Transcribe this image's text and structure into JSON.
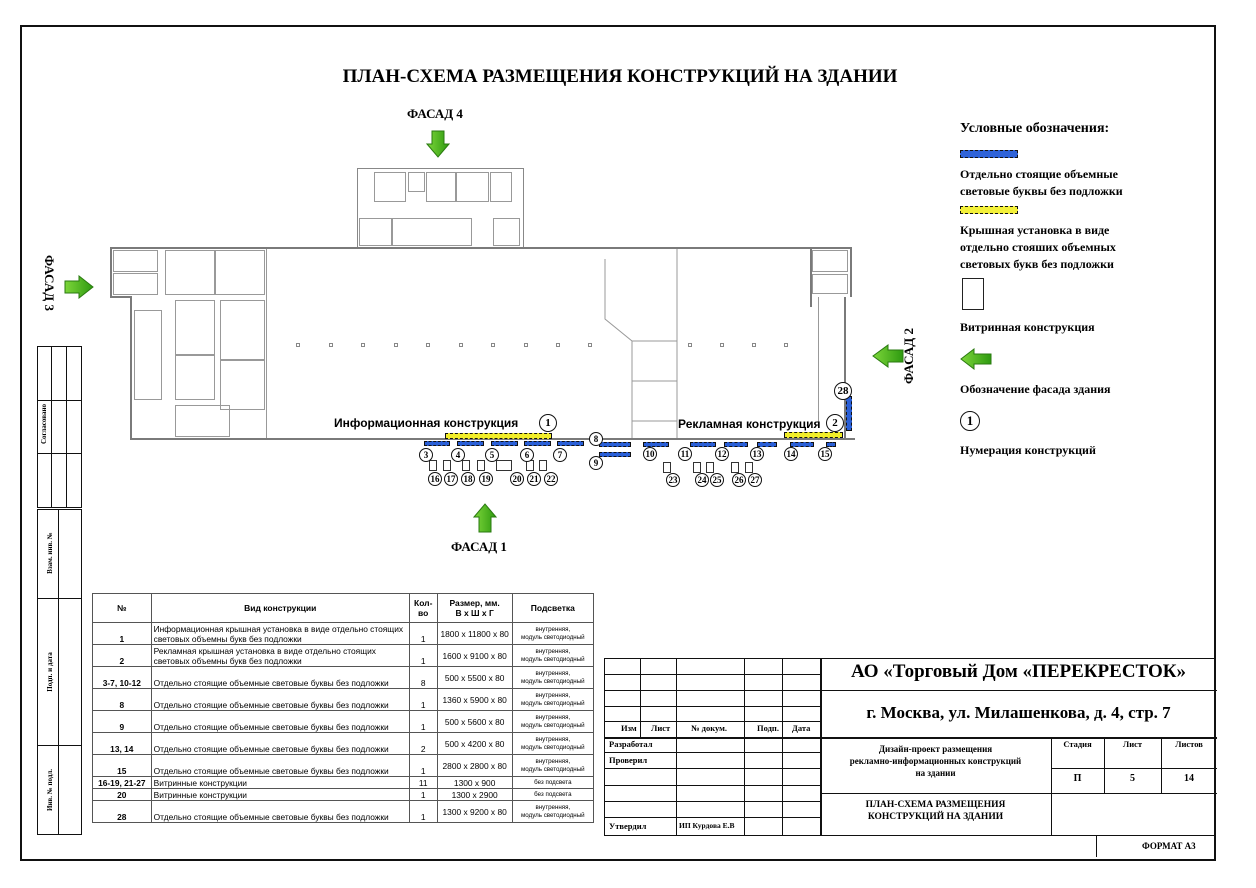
{
  "sheet": {
    "title": "ПЛАН-СХЕМА РАЗМЕЩЕНИЯ КОНСТРУКЦИЙ НА ЗДАНИИ",
    "format": "ФОРМАТ А3"
  },
  "facades": {
    "f1": "ФАСАД 1",
    "f2": "ФАСАД 2",
    "f3": "ФАСАД 3",
    "f4": "ФАСАД 4"
  },
  "plan": {
    "info_label": "Информационная конструкция",
    "ad_label": "Рекламная конструкция",
    "markers": [
      "1",
      "2",
      "3",
      "4",
      "5",
      "6",
      "7",
      "8",
      "9",
      "10",
      "11",
      "12",
      "13",
      "14",
      "15",
      "16",
      "17",
      "18",
      "19",
      "20",
      "21",
      "22",
      "23",
      "24",
      "25",
      "26",
      "27",
      "28"
    ]
  },
  "legend": {
    "title": "Условные обозначения:",
    "items": [
      {
        "icon": "blue-dashed-bar",
        "label": "Отдельно стоящие объемные световые буквы без подложки",
        "color": "#2f63d8"
      },
      {
        "icon": "yellow-dashed-bar",
        "label": "Крышная установка в виде отдельно стояших объемных световых букв без подложки",
        "color": "#f3f03a"
      },
      {
        "icon": "vitrine-rectangle",
        "label": "Витринная конструкция"
      },
      {
        "icon": "green-arrow",
        "label": "Обозначение фасада здания",
        "color": "#3fae1c"
      },
      {
        "icon": "numbered-circle",
        "sample": "1",
        "label": "Нумерация конструкций"
      }
    ]
  },
  "spec_table": {
    "headers": {
      "num": "№",
      "type": "Вид конструкции",
      "qty": "Кол-во",
      "size_l1": "Размер, мм.",
      "size_l2": "В х Ш х Г",
      "light": "Подсветка"
    },
    "rows": [
      {
        "num": "1",
        "type": "Информационная крышная установка в виде отдельно стоящих световых объемны букв без подложки",
        "qty": "1",
        "size": "1800 х 11800 х 80",
        "light_l1": "внутренняя,",
        "light_l2": "модуль светодиодный"
      },
      {
        "num": "2",
        "type": "Рекламная крышная установка в виде отдельно стоящих световых объемны букв без подложки",
        "qty": "1",
        "size": "1600 х 9100 х 80",
        "light_l1": "внутренняя,",
        "light_l2": "модуль светодиодный"
      },
      {
        "num": "3-7, 10-12",
        "type": "Отдельно стоящие объемные световые буквы без подложки",
        "qty": "8",
        "size": "500 х 5500 х 80",
        "light_l1": "внутренняя,",
        "light_l2": "модуль светодиодный"
      },
      {
        "num": "8",
        "type": "Отдельно стоящие объемные световые буквы без подложки",
        "qty": "1",
        "size": "1360 х 5900 х 80",
        "light_l1": "внутренняя,",
        "light_l2": "модуль светодиодный"
      },
      {
        "num": "9",
        "type": "Отдельно стоящие объемные световые буквы без подложки",
        "qty": "1",
        "size": "500 х 5600 х 80",
        "light_l1": "внутренняя,",
        "light_l2": "модуль светодиодный"
      },
      {
        "num": "13, 14",
        "type": "Отдельно стоящие объемные световые буквы без подложки",
        "qty": "2",
        "size": "500 х 4200 х 80",
        "light_l1": "внутренняя,",
        "light_l2": "модуль светодиодный"
      },
      {
        "num": "15",
        "type": "Отдельно стоящие объемные световые буквы без подложки",
        "qty": "1",
        "size": "2800 х 2800 х 80",
        "light_l1": "внутренняя,",
        "light_l2": "модуль светодиодный"
      },
      {
        "num": "16-19, 21-27",
        "type": "Витринные конструкции",
        "qty": "11",
        "size": "1300 х 900",
        "light_l1": "без подсвета",
        "light_l2": ""
      },
      {
        "num": "20",
        "type": "Витринные конструкции",
        "qty": "1",
        "size": "1300 х 2900",
        "light_l1": "без подсвета",
        "light_l2": ""
      },
      {
        "num": "28",
        "type": "Отдельно стоящие объемные световые буквы без подложки",
        "qty": "1",
        "size": "1300 х 9200 х 80",
        "light_l1": "внутренняя,",
        "light_l2": "модуль светодиодный"
      }
    ]
  },
  "title_block": {
    "company": "АО «Торговый Дом «ПЕРЕКРЕСТОК»",
    "address": "г. Москва, ул. Милашенкова, д. 4, стр. 7",
    "project": "Дизайн-проект размещения рекламно-информационных конструкций на здании",
    "project_l1": "Дизайн-проект размещения",
    "project_l2": "рекламно-информационных конструкций",
    "project_l3": "на здании",
    "sheet_name_l1": "ПЛАН-СХЕМА РАЗМЕЩЕНИЯ",
    "sheet_name_l2": "КОНСТРУКЦИЙ НА ЗДАНИИ",
    "cols": {
      "izm": "Изм",
      "list": "Лист",
      "doc": "№ докум.",
      "sign": "Подп.",
      "date": "Дата"
    },
    "roles": {
      "developed": "Разработал",
      "checked": "Проверил",
      "approved": "Утвердил"
    },
    "approved_by": "ИП Курдова Е.В",
    "stage_label": "Стадия",
    "sheet_label": "Лист",
    "sheets_label": "Листов",
    "stage": "П",
    "sheet": "5",
    "sheets": "14"
  },
  "side_stamp": {
    "agreed": "Согласовано",
    "vzam": "Взам. инв. №",
    "podp": "Подп. и дата",
    "inv": "Инв. № подл."
  }
}
